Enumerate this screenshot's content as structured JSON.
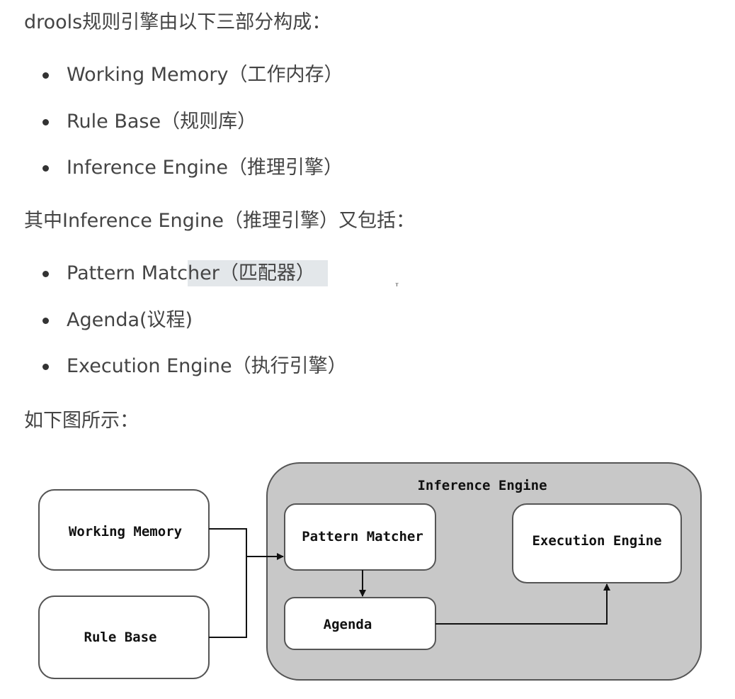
{
  "intro": "drools规则引擎由以下三部分构成：",
  "components": [
    {
      "label": "Working Memory（工作内存）"
    },
    {
      "label": "Rule Base（规则库）"
    },
    {
      "label": "Inference Engine（推理引擎）"
    }
  ],
  "inference_intro": "其中Inference Engine（推理引擎）又包括：",
  "inference_parts": [
    {
      "label_a": "Pattern Matc",
      "label_b": "her（匹配器）"
    },
    {
      "label": "Agenda(议程)"
    },
    {
      "label": "Execution Engine（执行引擎）"
    }
  ],
  "figure_intro": "如下图所示：",
  "cursor_glyph": "ᵀ",
  "diagram": {
    "inference_engine": "Inference Engine",
    "working_memory": "Working Memory",
    "rule_base": "Rule Base",
    "pattern_matcher": "Pattern Matcher",
    "agenda": "Agenda",
    "execution_engine": "Execution Engine"
  }
}
